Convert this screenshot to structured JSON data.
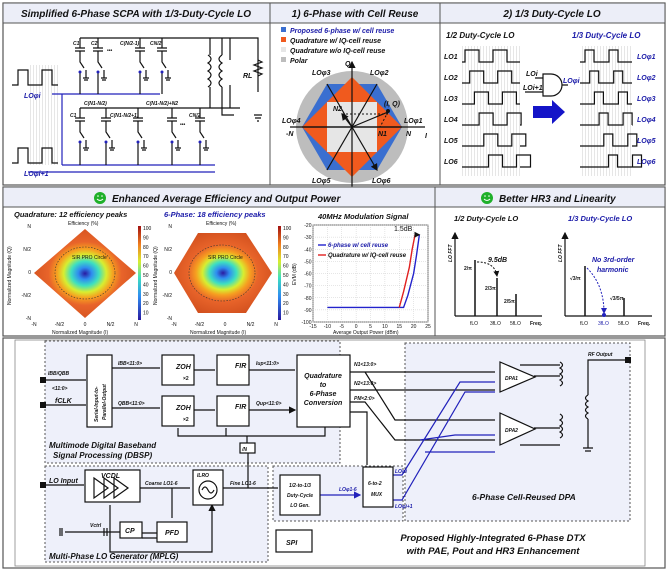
{
  "panels": {
    "scpa": {
      "title": "Simplified 6-Phase SCPA with 1/3-Duty-Cycle LO",
      "top_caps": [
        "C1",
        "C2",
        "•••",
        "C(N/2-1)",
        "CN/2"
      ],
      "bottom_caps": [
        "C1",
        "C(N1-N/2)",
        "C(N1-N/2+1)",
        "C(N1-N/2)+N2",
        "•••",
        "CN/2"
      ],
      "lo_top": "LOφi",
      "lo_bottom": "LOφi+1",
      "load": "RL"
    },
    "six_phase": {
      "title": "1) 6-Phase with Cell Reuse",
      "legend": [
        {
          "label": "Proposed 6-phase w/ cell reuse",
          "color": "#3a6fd0"
        },
        {
          "label": "Quadrature w/ IQ-cell reuse",
          "color": "#f05a1e"
        },
        {
          "label": "Quadrature w/o IQ-cell reuse",
          "color": "#e6e6e6"
        },
        {
          "label": "Polar",
          "color": "#bdbdbd"
        }
      ],
      "labels": {
        "q": "Q",
        "i": "I",
        "n": "N",
        "neg_n": "-N",
        "iq": "(I, Q)",
        "n1": "N1",
        "n2": "N2",
        "lo_phi1": "LOφ1",
        "lo_phi2": "LOφ2",
        "lo_phi3": "LOφ3",
        "lo_phi4": "LOφ4",
        "lo_phi5": "LOφ5",
        "lo_phi6": "LOφ6"
      }
    },
    "duty": {
      "title": "2) 1/3 Duty-Cycle LO",
      "left_title": "1/2 Duty-Cycle LO",
      "right_title": "1/3 Duty-Cycle LO",
      "left_labels": [
        "LO1",
        "LO2",
        "LO3",
        "LO4",
        "LO5",
        "LO6"
      ],
      "right_labels": [
        "LOφ1",
        "LOφ2",
        "LOφ3",
        "LOφ4",
        "LOφ5",
        "LOφ6"
      ],
      "gate_in1": "LOi",
      "gate_in2": "LOi+1",
      "gate_out": "LOφi"
    },
    "efficiency": {
      "title": "Enhanced Average Efficiency and Output Power",
      "quad_title": "Quadrature: 12 efficiency peaks",
      "six_title": "6-Phase: 18 efficiency peaks",
      "colorbar_title": "Efficiency (%)",
      "colorbar_ticks": [
        "100",
        "90",
        "80",
        "70",
        "60",
        "50",
        "40",
        "30",
        "20",
        "10"
      ],
      "xlabel": "Normalized Magnitude (I)",
      "ylabel": "Normalized Magnitude (Q)",
      "axis_ticks": [
        "-N",
        "-N/2",
        "0",
        "N/2",
        "N"
      ],
      "contour_label": "SIR PRO Circle"
    },
    "hr3": {
      "title": "Better HR3 and Linearity",
      "left_title": "1/2 Duty-Cycle LO",
      "right_title": "1/3 Duty-Cycle LO",
      "ylabel": "LO FFT",
      "xlabel": "Freq.",
      "ticks": [
        "fLO",
        "3fLO",
        "5fLO"
      ],
      "left_values": [
        "2/π",
        "2/3π",
        "2/5π"
      ],
      "left_annotation": "9.5dB",
      "right_values": [
        "√3/π",
        "√3/5π"
      ],
      "right_annotation_1": "No 3rd-order",
      "right_annotation_2": "harmonic"
    }
  },
  "chart_data": {
    "type": "line",
    "title": "40MHz Modulation Signal",
    "xlabel": "Average Output Power (dBm)",
    "ylabel": "EVM (dB)",
    "xlim": [
      -15,
      25
    ],
    "ylim": [
      -100,
      -20
    ],
    "xticks": [
      -15,
      -10,
      -5,
      0,
      5,
      10,
      15,
      20,
      25
    ],
    "yticks": [
      -20,
      -30,
      -40,
      -50,
      -60,
      -70,
      -80,
      -90,
      -100
    ],
    "grid": true,
    "legend": "top-left",
    "annotation": "1.5dB",
    "series": [
      {
        "name": "6-phase w/ cell reuse",
        "color": "#2222cc",
        "x": [
          -10,
          16.5,
          18,
          20,
          21,
          22
        ],
        "y": [
          -88,
          -88,
          -78,
          -60,
          -45,
          -28
        ]
      },
      {
        "name": "Quadrature w/ IQ-cell reuse",
        "color": "#e02020",
        "x": [
          15,
          16.5,
          18.5,
          19.5,
          20.5
        ],
        "y": [
          -88,
          -75,
          -55,
          -40,
          -28
        ]
      }
    ]
  },
  "system": {
    "dbsp_label_1": "Multimode Digital Baseband",
    "dbsp_label_2": "Signal Processing (DBSP)",
    "mplg_label": "Multi-Phase LO Generator (MPLG)",
    "dpa_label": "6-Phase Cell-Reused DPA",
    "caption_1": "Proposed Highly-Integrated 6-Phase DTX",
    "caption_2": "with PAE, Pout and HR3 Enhancement",
    "in_iq": "IBB/QBB",
    "in_iq_bits": "<11:0>",
    "in_clk": "fCLK",
    "sipo_1": "Serial-Input-to-",
    "sipo_2": "Parallel-Output",
    "ibb": "IBB<11:0>",
    "qbb": "QBB<11:0>",
    "zoh": "ZOH",
    "x2": "×2",
    "fir": "FIR",
    "iup": "Iup<11:0>",
    "qup": "Qup<11:0>",
    "quad_1": "Quadrature",
    "quad_2": "to",
    "quad_3": "6-Phase",
    "quad_4": "Conversion",
    "n1": "N1<13:0>",
    "n2": "N2<13:0>",
    "pm": "PM<2:0>",
    "div": "/N",
    "lo_input": "LO Input",
    "vcdl": "VCDL",
    "coarse": "Coarse LO1-6",
    "ilro": "ILRO",
    "fine": "Fine LO1-6",
    "cp": "CP",
    "pfd": "PFD",
    "vctrl": "Vctrl",
    "duty_1": "1/2-to-1/3",
    "duty_2": "Duty-Cycle",
    "duty_3": "LO Gen.",
    "lo_bus": "LOφ1-6",
    "mux_1": "6-to-2",
    "mux_2": "MUX",
    "lo_out1": "LOφi",
    "lo_out2": "LOφi+1",
    "dpa1": "DPA1",
    "dpa2": "DPA2",
    "rf_out": "RF Output",
    "spi": "SPI"
  }
}
